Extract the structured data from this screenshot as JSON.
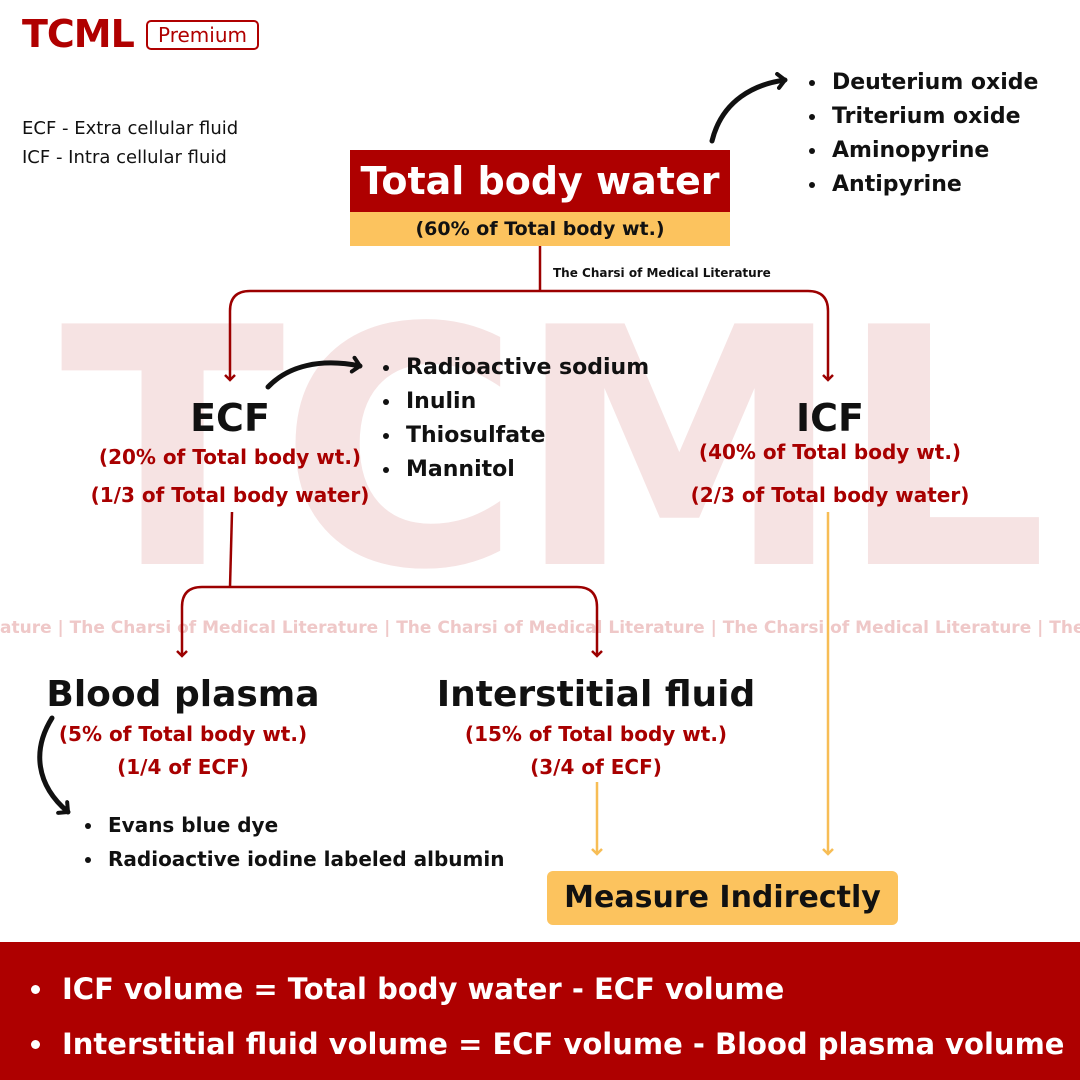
{
  "header": {
    "brand": "TCML",
    "badge": "Premium"
  },
  "watermark": {
    "large_text": "TCML",
    "strip_text": "ature | The Charsi of Medical Literature | The Charsi of Medical Literature | The Charsi of Medical Literature | The Charsi of Medical Literature | The Charsi o"
  },
  "legend": {
    "line1": "ECF - Extra cellular fluid",
    "line2": "ICF - Intra cellular fluid"
  },
  "credit": "The Charsi of Medical Literature",
  "total_body_water": {
    "title": "Total body water",
    "subtitle": "(60% of Total body wt.)",
    "markers": [
      "Deuterium oxide",
      "Triterium oxide",
      "Aminopyrine",
      "Antipyrine"
    ]
  },
  "ecf": {
    "title": "ECF",
    "line1": "(20% of Total body wt.)",
    "line2": "(1/3 of Total body water)",
    "markers": [
      "Radioactive sodium",
      "Inulin",
      "Thiosulfate",
      "Mannitol"
    ]
  },
  "icf": {
    "title": "ICF",
    "line1": "(40% of Total body wt.)",
    "line2": "(2/3 of Total body water)"
  },
  "blood_plasma": {
    "title": "Blood plasma",
    "line1": "(5% of Total body wt.)",
    "line2": "(1/4 of ECF)",
    "markers": [
      "Evans blue dye",
      "Radioactive iodine labeled albumin"
    ]
  },
  "interstitial_fluid": {
    "title": "Interstitial fluid",
    "line1": "(15% of Total body wt.)",
    "line2": "(3/4 of ECF)"
  },
  "measure": {
    "label": "Measure Indirectly"
  },
  "footer": {
    "formulas": [
      "ICF volume = Total body water - ECF volume",
      "Interstitial fluid volume = ECF volume - Blood plasma volume"
    ]
  },
  "colors": {
    "primary_red": "#ae0000",
    "accent_yellow": "#fcc35e",
    "arrow_yellow": "#f7bd55"
  }
}
